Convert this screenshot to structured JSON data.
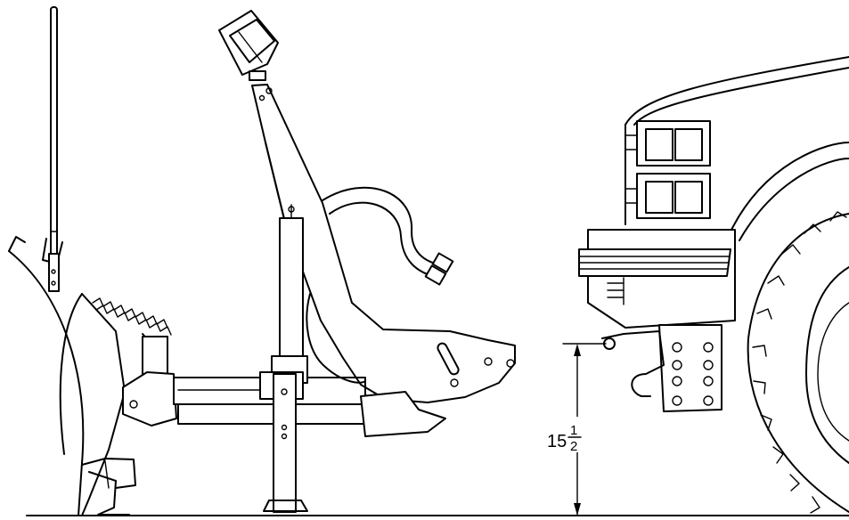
{
  "dimension": {
    "whole": "15",
    "numerator": "1",
    "denominator": "2"
  }
}
